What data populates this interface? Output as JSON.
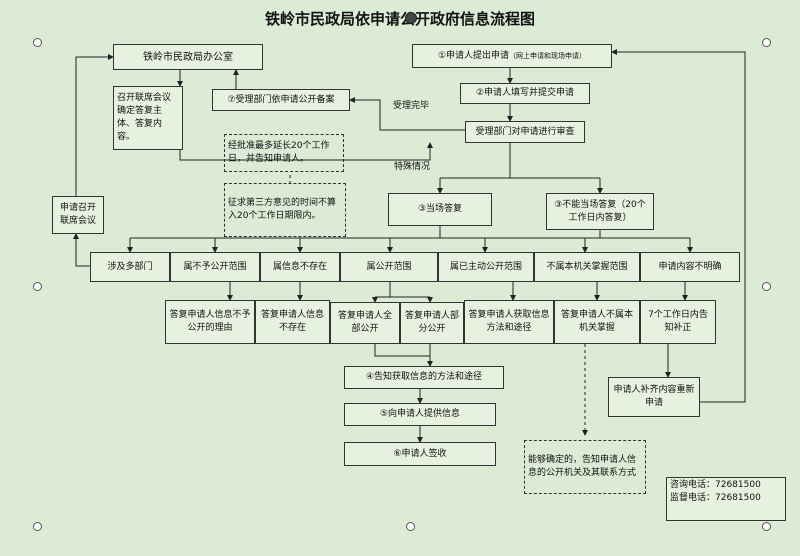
{
  "title": "铁岭市民政局依申请公开政府信息流程图",
  "nodes": {
    "office": "铁岭市民政局办公室",
    "meeting": "召开联席会议确定答复主体、答复内容。",
    "request_meeting": "申请召开联席会议",
    "filing": "⑦受理部门依申请公开备案",
    "step1": "①申请人提出申请",
    "step1_note": "（网上申请和现场申请）",
    "step2": "②申请人填写并提交申请",
    "review": "受理部门对申请进行审查",
    "extend_note": "经批准最多延长20个工作日，并告知申请人。",
    "third_party_note": "征求第三方意见的时间不算入20个工作日期限内。",
    "special": "特殊情况",
    "accept_done": "受理完毕",
    "immediate": "③当场答复",
    "not_immediate": "③不能当场答复（20个工作日内答复）",
    "categories": [
      "涉及多部门",
      "属不予公开范围",
      "属信息不存在",
      "属公开范围",
      "属已主动公开范围",
      "不属本机关掌握范围",
      "申请内容不明确"
    ],
    "replies": [
      "答复申请人信息不予公开的理由",
      "答复申请人信息不存在",
      "答复申请人全部公开",
      "答复申请人部分公开",
      "答复申请人获取信息方法和途径",
      "答复申请人不属本机关掌握",
      "7个工作日内告知补正"
    ],
    "step4": "④告知获取信息的方法和途径",
    "step5": "⑤向申请人提供信息",
    "step6": "⑥申请人签收",
    "resubmit": "申请人补齐内容重新申请",
    "redirect_note": "能够确定的，告知申请人信息的公开机关及其联系方式",
    "contact_consult": "咨询电话：72681500",
    "contact_supervise": "监督电话：72681500"
  }
}
